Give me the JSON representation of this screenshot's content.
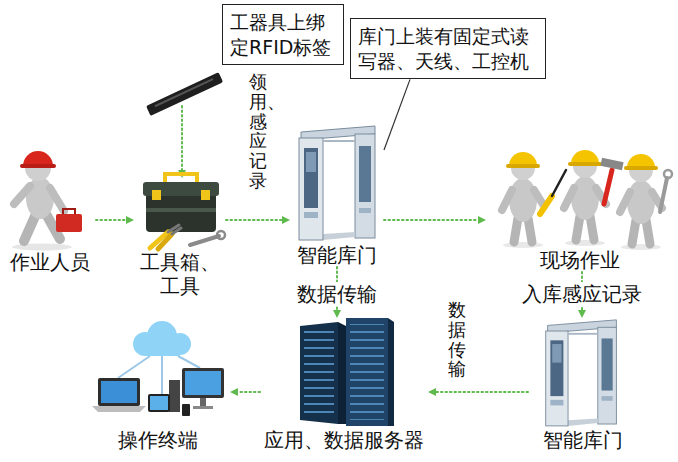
{
  "diagram": {
    "nodes": [
      {
        "text": [
          "工器具上绑定RFID标签"
        ]
      },
      {
        "text": [
          "库门上装有固定式读写器、天线、工控机"
        ]
      },
      {
        "text": [
          "作业人员"
        ]
      },
      {
        "text": [
          "工具箱、 工具"
        ]
      },
      {
        "text": [
          "智能库门"
        ]
      },
      {
        "text": [
          "现场作业"
        ]
      },
      {
        "text": [
          "智能库门"
        ]
      },
      {
        "text": [
          "应用、数据服务器"
        ]
      },
      {
        "text": [
          "操作终端"
        ]
      }
    ],
    "edges": [
      {
        "from": 2,
        "to": 3,
        "arrow": "to"
      },
      {
        "from": 3,
        "to": 4,
        "label": "领用、感应记录",
        "arrow": "to"
      },
      {
        "from": 4,
        "to": 5,
        "arrow": "to"
      },
      {
        "from": 4,
        "to": 7,
        "label": "数据传输",
        "arrow": "to"
      },
      {
        "from": 5,
        "to": 6,
        "label": "入库感应记录",
        "arrow": "to"
      },
      {
        "from": 6,
        "to": 7,
        "label": "数据传输",
        "arrow": "to"
      },
      {
        "from": 7,
        "to": 8,
        "arrow": "to"
      },
      {
        "from": 1,
        "to": 4,
        "arrow": "none"
      }
    ]
  }
}
